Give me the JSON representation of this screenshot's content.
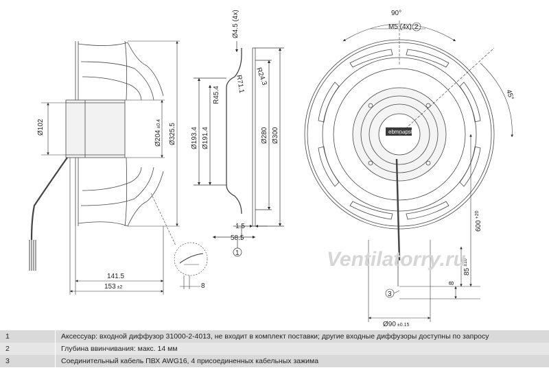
{
  "dimensions": {
    "d102": "Ø102",
    "d204": "Ø204",
    "d204_tol": "±0.4",
    "d325_5": "Ø325.5",
    "d193_4": "Ø193.4",
    "d191_4": "Ø191.4",
    "r45_4": "R45.4",
    "r71_1": "R71.1",
    "r24_3": "R24.3",
    "d4_5": "Ø4.5 (4x)",
    "d280": "Ø280",
    "d300": "Ø300",
    "l1_5": "1.5",
    "l58_5": "58.5",
    "l141_5": "141.5",
    "l153": "153",
    "l153_tol": "±2",
    "l8_left": "8",
    "deg90": "90°",
    "m5": "M5 (4x)",
    "deg45": "45°",
    "l600": "600",
    "l600_tol": "+20",
    "l85": "85",
    "l85_tol": "±10",
    "l8_right": "8",
    "d90": "Ø90",
    "d90_tol": "±0.15"
  },
  "callouts": {
    "c1": "1",
    "c2": "2",
    "c3": "3"
  },
  "motor_brand": "ebmpapst",
  "watermark": "Ventilatorry.ru",
  "notes": [
    {
      "num": "1",
      "text": "Аксессуар: входной диффузор 31000-2-4013, не входит в комплект поставки; другие входные диффузоры доступны по запросу"
    },
    {
      "num": "2",
      "text": "Глубина ввинчивания: макс. 14 мм"
    },
    {
      "num": "3",
      "text": "Соединительный кабель ПВХ AWG16, 4 присоединенных кабельных зажима"
    }
  ]
}
